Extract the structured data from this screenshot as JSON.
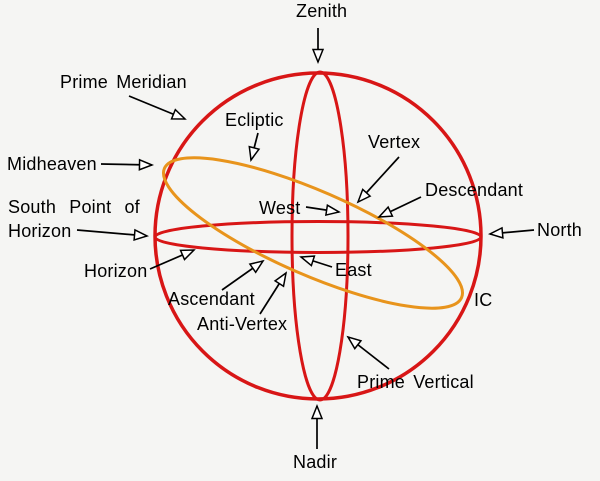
{
  "diagram": {
    "description": "Celestial sphere diagram showing horizon, prime vertical, prime meridian and ecliptic great circles with astrological points",
    "labels": {
      "zenith": "Zenith",
      "prime_meridian": "Prime Meridian",
      "ecliptic": "Ecliptic",
      "vertex": "Vertex",
      "midheaven": "Midheaven",
      "south_point_line1": "South Point of",
      "south_point_line2": "Horizon",
      "west": "West",
      "descendant": "Descendant",
      "north": "North",
      "horizon": "Horizon",
      "ascendant": "Ascendant",
      "anti_vertex": "Anti-Vertex",
      "east": "East",
      "ic": "IC",
      "prime_vertical": "Prime Vertical",
      "nadir": "Nadir"
    },
    "colors": {
      "sphere_red": "#d81616",
      "ecliptic_orange": "#e8941c",
      "arrow_black": "#000000",
      "background": "#f5f5f3"
    }
  }
}
